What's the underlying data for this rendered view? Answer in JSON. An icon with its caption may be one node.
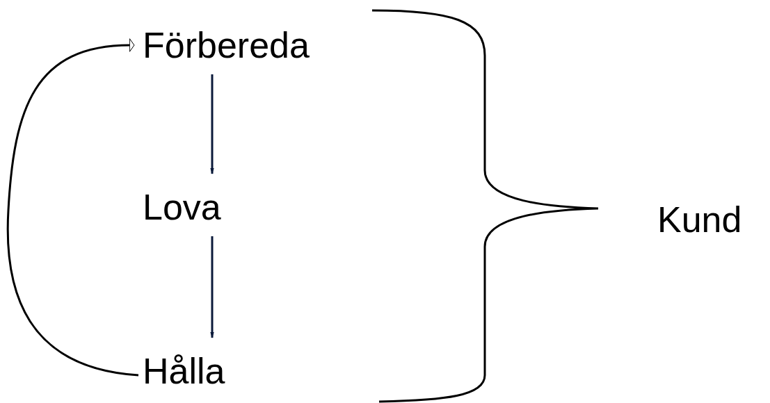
{
  "diagram": {
    "nodes": [
      {
        "text": [
          "Förbereda"
        ]
      },
      {
        "text": [
          "Lova"
        ]
      },
      {
        "text": [
          "Hålla"
        ]
      }
    ],
    "edges": [
      {
        "from": 0,
        "to": 1,
        "arrow": "to"
      },
      {
        "from": 1,
        "to": 2,
        "arrow": "to"
      },
      {
        "from": 2,
        "to": 0,
        "arrow": "to"
      }
    ],
    "labels": [
      "Kund"
    ]
  }
}
